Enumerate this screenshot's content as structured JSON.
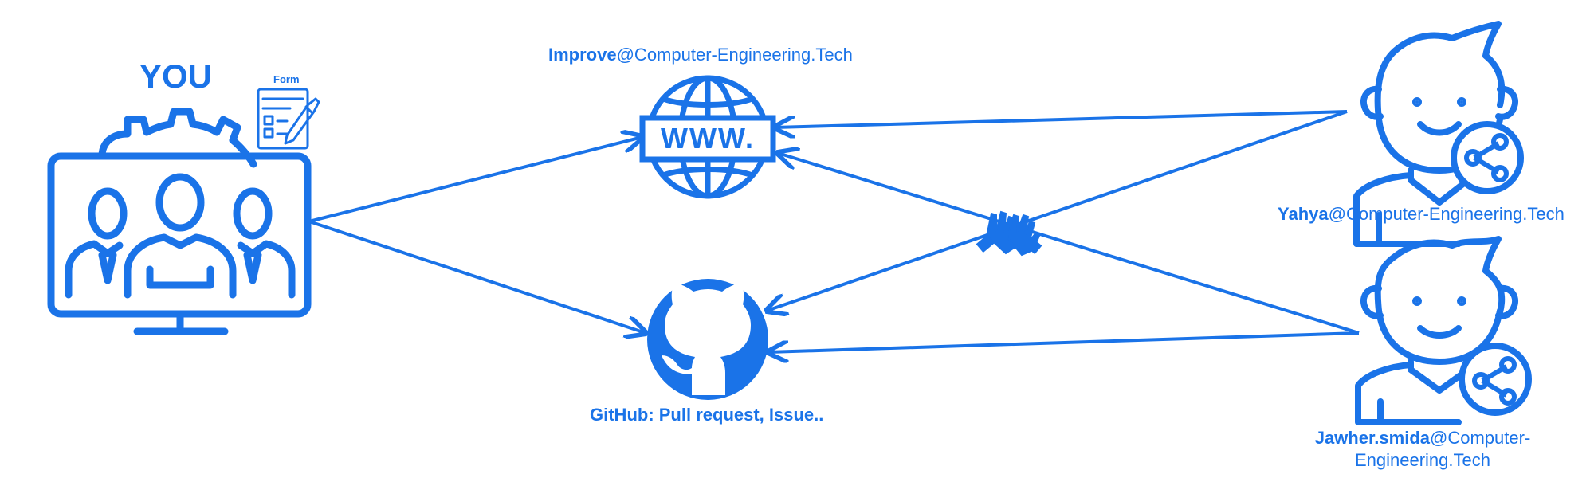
{
  "labels": {
    "you": "YOU",
    "form": "Form",
    "www_user": "Improve",
    "www_domain": "@Computer-Engineering.Tech",
    "github": "GitHub: Pull request, Issue..",
    "yahya_user": "Yahya",
    "yahya_domain": "@Computer-Engineering.Tech",
    "jawher_user": "Jawher.smida",
    "jawher_domain": "@Computer-Engineering.Tech"
  },
  "icons": {
    "you": "team-monitor-icon",
    "form": "form-edit-icon",
    "globe": "globe-www-icon",
    "www_text": "WWW.",
    "github": "github-icon",
    "handshake": "high-five-icon",
    "person": "person-share-icon"
  },
  "colors": {
    "primary": "#1a73e8",
    "background": "#ffffff"
  }
}
